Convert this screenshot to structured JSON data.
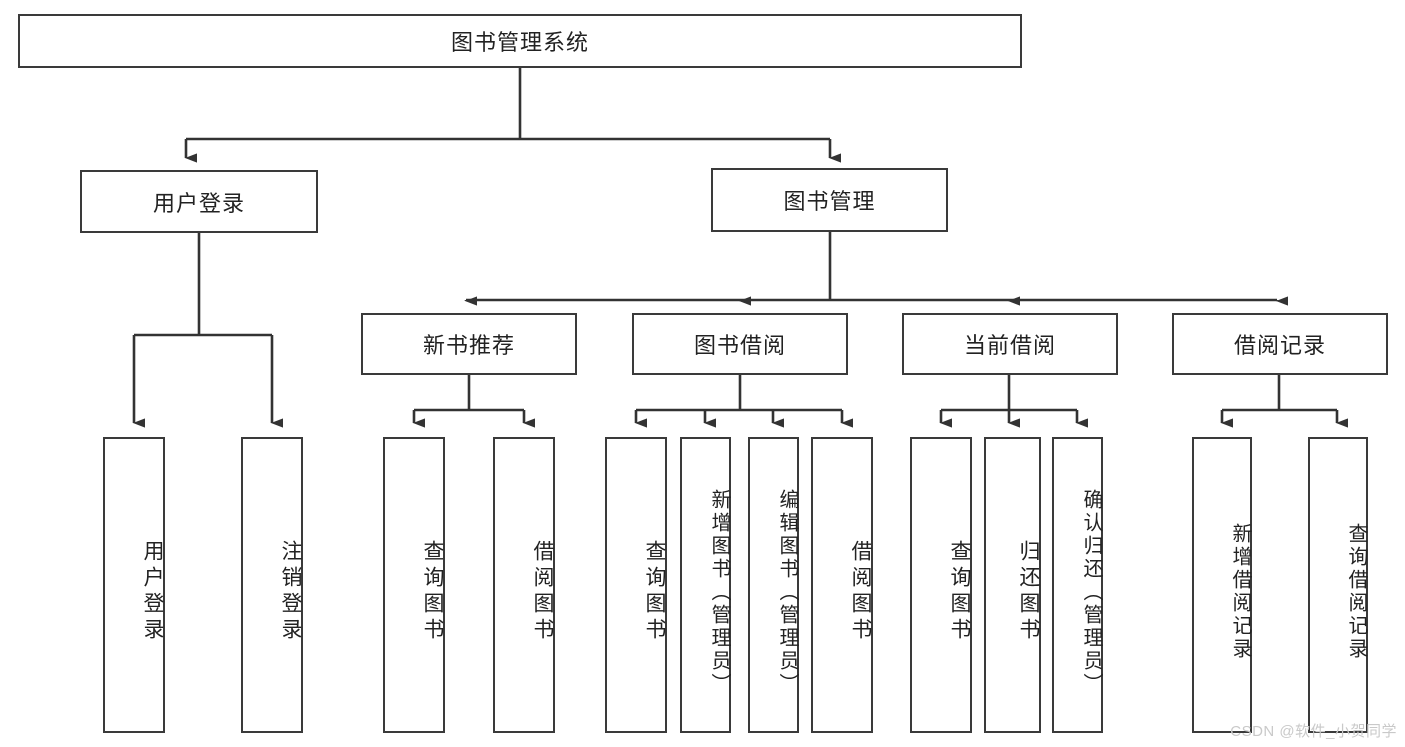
{
  "diagram": {
    "title": "图书管理系统",
    "type": "hierarchy-tree",
    "watermark": "CSDN @软件_小贺同学",
    "colors": {
      "box_border": "#3a3a3a",
      "box_fill": "#ffffff",
      "line": "#333333",
      "watermark": "#c9c9c9"
    },
    "nodes": {
      "root": "图书管理系统",
      "l2_user_login": "用户登录",
      "l2_book_manage": "图书管理",
      "l3_new_book_rec": "新书推荐",
      "l3_book_borrow": "图书借阅",
      "l3_current_borrow": "当前借阅",
      "l3_borrow_record": "借阅记录",
      "leaf_user_login": "用户登录",
      "leaf_logout_login": "注销登录",
      "leaf_query_book_1": "查询图书",
      "leaf_borrow_book_1": "借阅图书",
      "leaf_query_book_2": "查询图书",
      "leaf_add_book_admin": "新增图书（管理员）",
      "leaf_edit_book_admin": "编辑图书（管理员）",
      "leaf_borrow_book_2": "借阅图书",
      "leaf_query_book_3": "查询图书",
      "leaf_return_book": "归还图书",
      "leaf_confirm_return_admin": "确认归还（管理员）",
      "leaf_add_borrow_record": "新增借阅记录",
      "leaf_query_borrow_record": "查询借阅记录"
    }
  }
}
